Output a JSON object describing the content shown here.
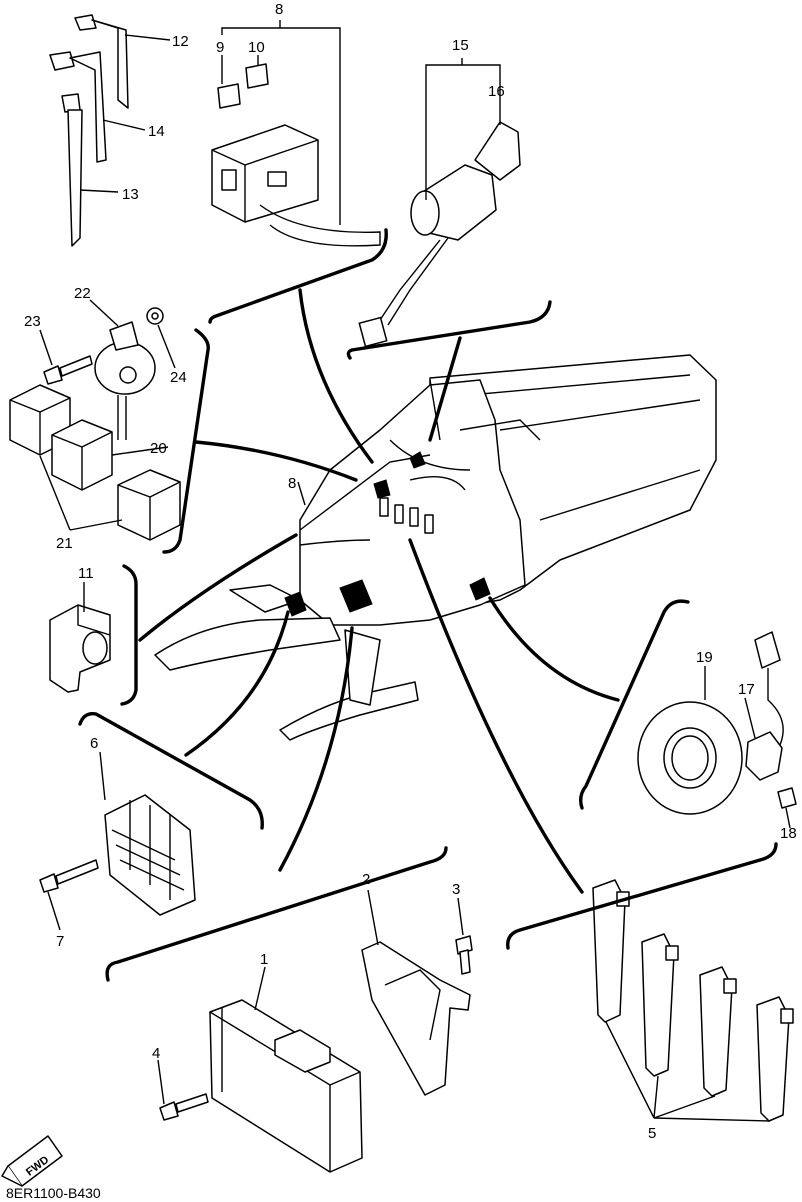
{
  "diagram": {
    "code": "8ER1100-B430",
    "direction_badge": "FWD",
    "callouts": {
      "c1": "1",
      "c2": "2",
      "c3": "3",
      "c4": "4",
      "c5": "5",
      "c6": "6",
      "c7": "7",
      "c8a": "8",
      "c8b": "8",
      "c9": "9",
      "c10": "10",
      "c11": "11",
      "c12": "12",
      "c13": "13",
      "c14": "14",
      "c15": "15",
      "c16": "16",
      "c17": "17",
      "c18": "18",
      "c19": "19",
      "c20": "20",
      "c21": "21",
      "c22": "22",
      "c23": "23",
      "c24": "24"
    }
  }
}
